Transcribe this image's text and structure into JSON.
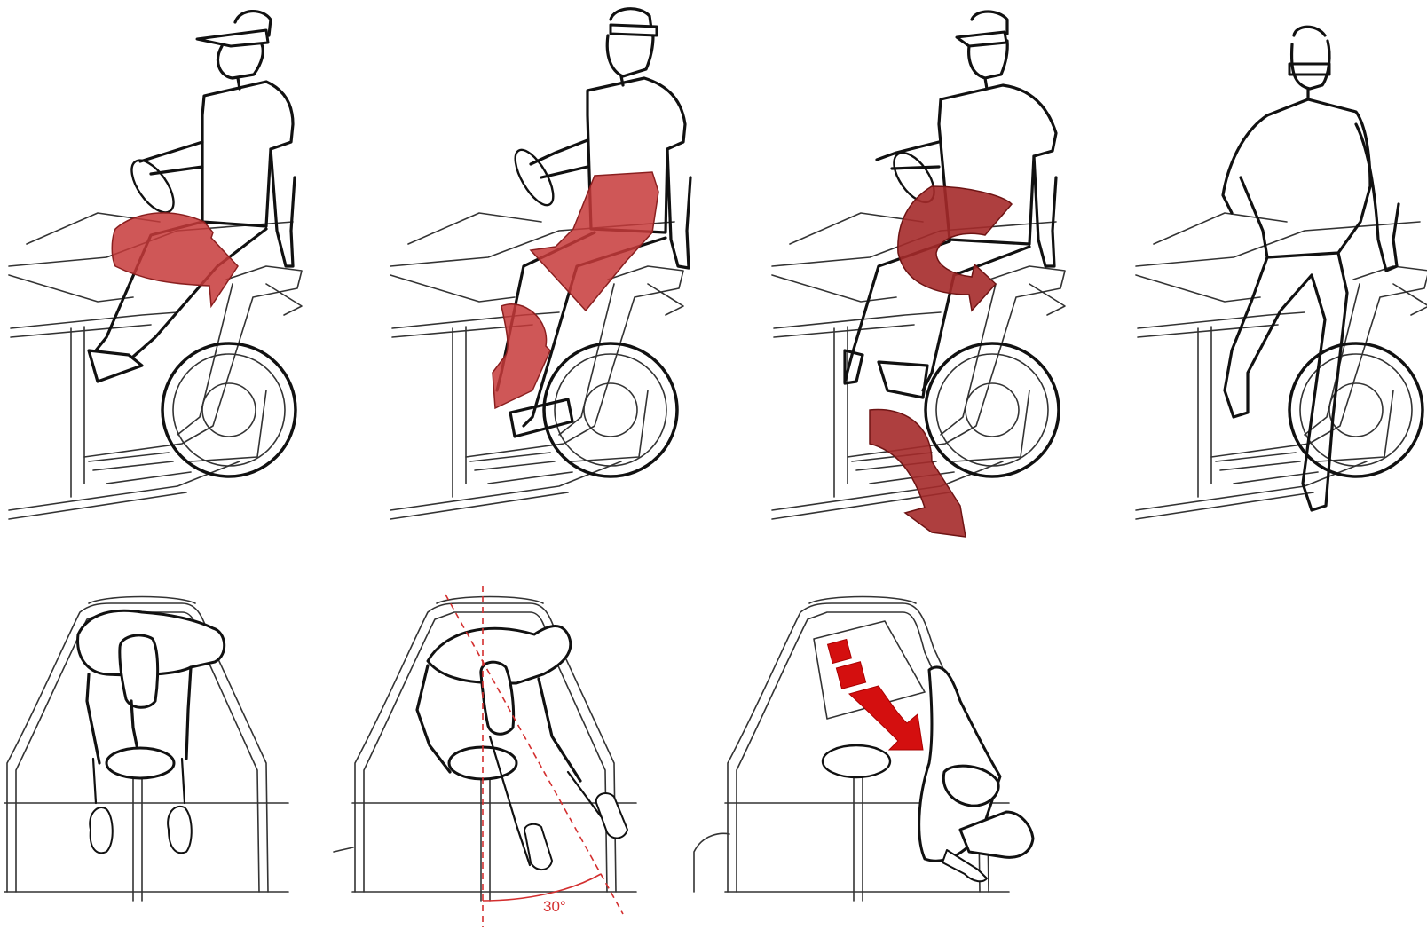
{
  "figure": {
    "panels_side": [
      "side-step-1",
      "side-step-2",
      "side-step-3",
      "side-step-4"
    ],
    "panels_top": [
      "top-step-1",
      "top-step-2",
      "top-step-3"
    ],
    "angle_label": "30°",
    "colors": {
      "line": "#111111",
      "arrow_red": "#c73a3a",
      "arrow_dark": "#a52a2a",
      "angle_red": "#d32f2f"
    }
  }
}
